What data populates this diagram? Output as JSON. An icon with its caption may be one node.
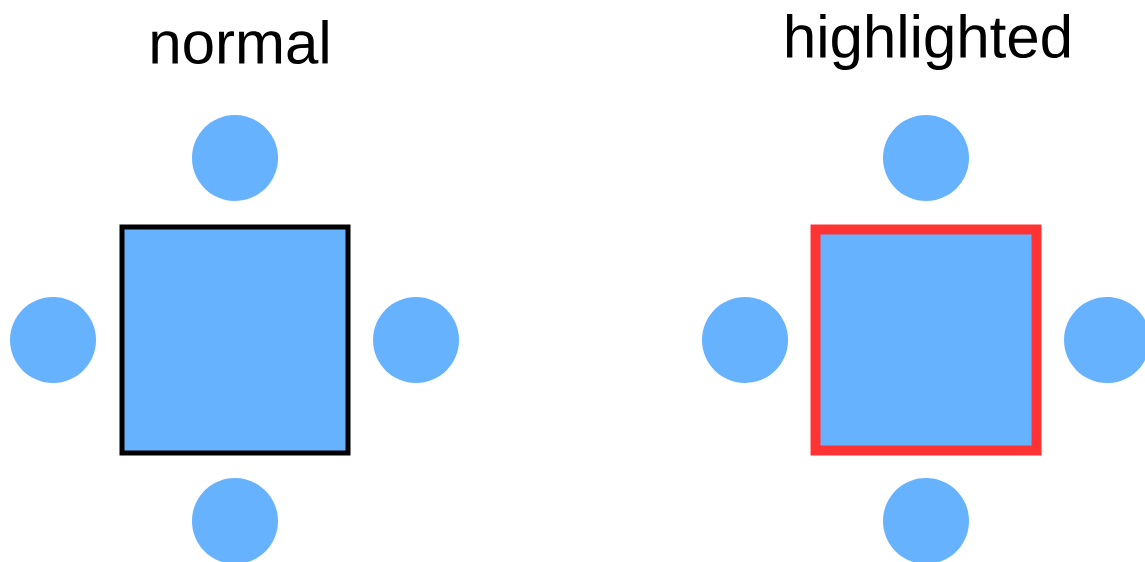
{
  "diagram": {
    "nodes": [
      {
        "text": [],
        "shape": "circle"
      },
      {
        "text": [],
        "shape": "circle"
      },
      {
        "text": [],
        "shape": "box"
      },
      {
        "text": [],
        "shape": "circle"
      },
      {
        "text": [],
        "shape": "circle"
      },
      {
        "text": [],
        "shape": "circle"
      },
      {
        "text": [],
        "shape": "circle"
      },
      {
        "text": [],
        "shape": "box"
      },
      {
        "text": [],
        "shape": "circle"
      },
      {
        "text": [],
        "shape": "circle"
      }
    ],
    "labels": [
      "normal",
      "highlighted"
    ]
  }
}
